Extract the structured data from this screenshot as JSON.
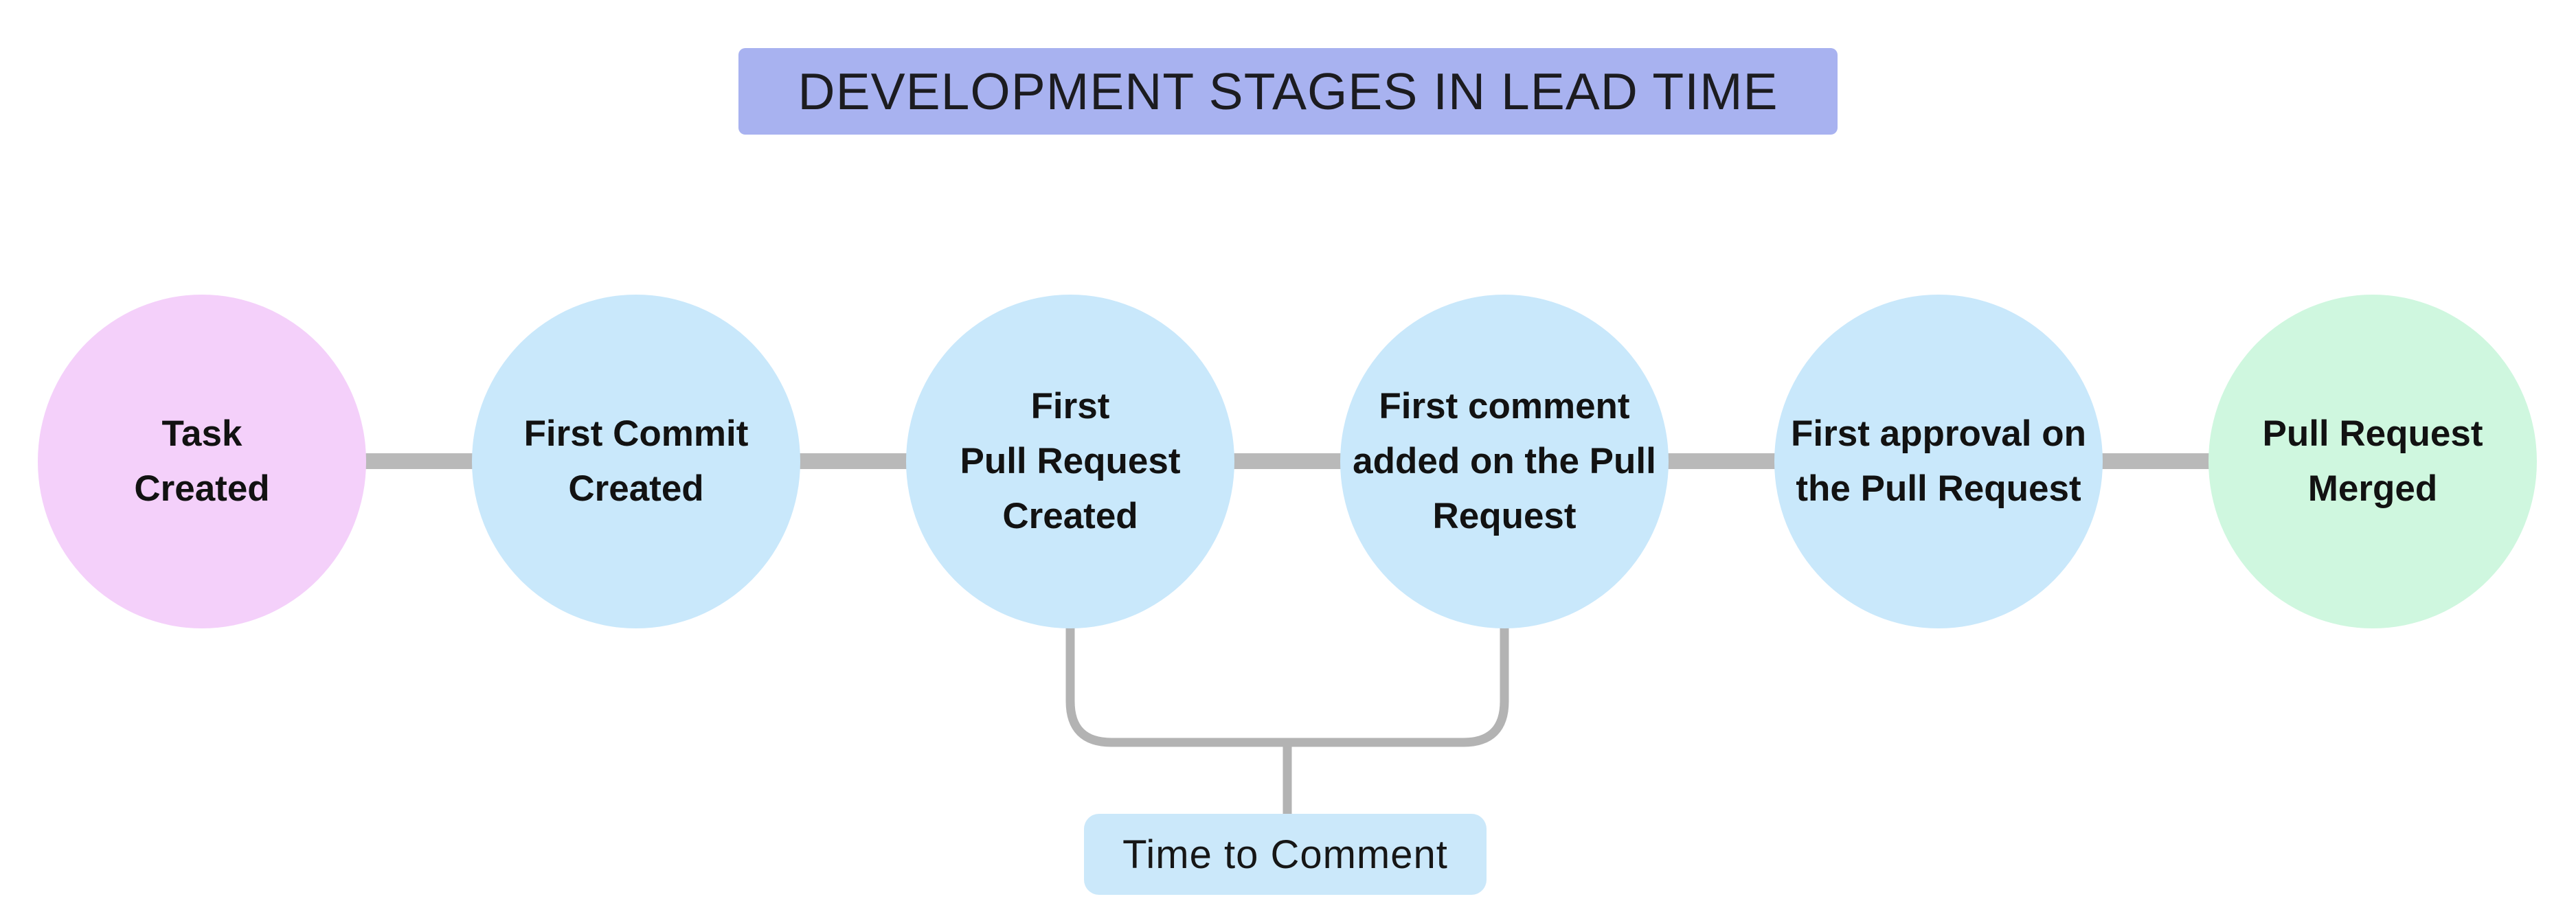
{
  "title": {
    "text": "DEVELOPMENT STAGES IN LEAD TIME",
    "bg": "#a8b2f0",
    "text_color": "#1c1c20"
  },
  "stages": [
    {
      "label": "Task\nCreated",
      "fill": "#f4d0fa"
    },
    {
      "label": "First Commit\nCreated",
      "fill": "#c9e8fb"
    },
    {
      "label": "First\nPull Request\nCreated",
      "fill": "#c9e8fb"
    },
    {
      "label": "First comment\nadded on the Pull\nRequest",
      "fill": "#c9e8fb"
    },
    {
      "label": "First approval on\nthe Pull Request",
      "fill": "#c9e8fb"
    },
    {
      "label": "Pull Request\nMerged",
      "fill": "#cff7df"
    }
  ],
  "connector": {
    "color": "#b9b9b9"
  },
  "bracket": {
    "color": "#b3b3b3",
    "label": "Time to Comment",
    "label_bg": "#cbe8fa",
    "label_text_color": "#161616"
  }
}
